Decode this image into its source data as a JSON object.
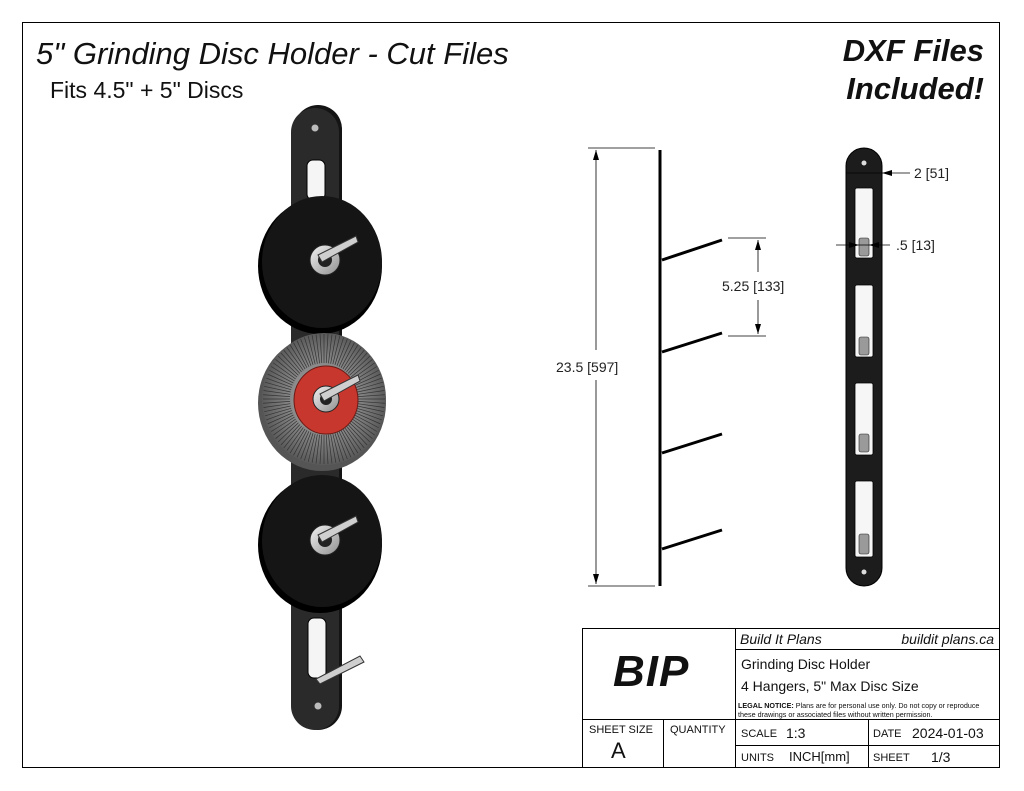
{
  "header": {
    "title": "5\" Grinding Disc Holder - Cut Files",
    "subtitle": "Fits 4.5\" + 5\" Discs",
    "dxf_line1": "DXF Files",
    "dxf_line2": "Included!"
  },
  "dimensions": {
    "overall_height": "23.5 [597]",
    "hanger_spacing": "5.25 [133]",
    "width": "2 [51]",
    "slot_width": ".5 [13]"
  },
  "title_block": {
    "logo": "BIP",
    "company": "Build It Plans",
    "website": "buildit plans.ca",
    "part_name": "Grinding Disc Holder",
    "part_desc": "4 Hangers, 5\" Max Disc Size",
    "legal_label": "LEGAL NOTICE:",
    "legal_text": " Plans are for personal use only. Do not copy or reproduce these drawings or associated files without written permission.",
    "sheet_size_label": "SHEET SIZE",
    "sheet_size": "A",
    "quantity_label": "QUANTITY",
    "scale_label": "SCALE",
    "scale": "1:3",
    "date_label": "DATE",
    "date": "2024-01-03",
    "units_label": "UNITS",
    "units": "INCH[mm]",
    "sheet_label": "SHEET",
    "sheet": "1/3"
  },
  "colors": {
    "disc_black": "#111111",
    "disc_red": "#c8372d",
    "flap_grey": "#8a8a8a"
  }
}
